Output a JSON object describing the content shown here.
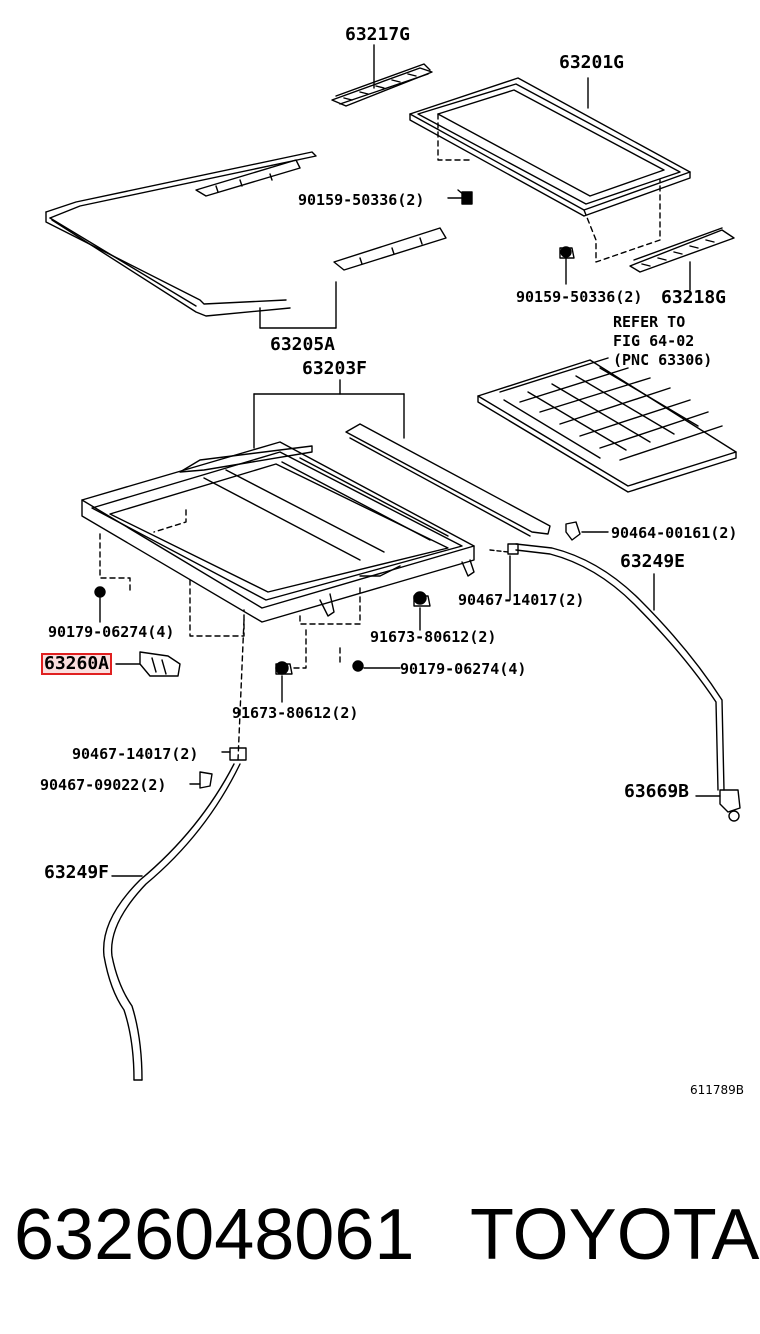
{
  "labels": {
    "p63217G": "63217G",
    "p63201G": "63201G",
    "p90159a": "90159-50336(2)",
    "p90159b": "90159-50336(2)",
    "p63218G": "63218G",
    "refer": [
      "REFER TO",
      "FIG 64-02",
      "(PNC 63306)"
    ],
    "p63205A": "63205A",
    "p63203F": "63203F",
    "p90464": "90464-00161(2)",
    "p63249E": "63249E",
    "p90467a": "90467-14017(2)",
    "p90179a": "90179-06274(4)",
    "p91673a": "91673-80612(2)",
    "p63260A": "63260A",
    "p90179b": "90179-06274(4)",
    "p91673b": "91673-80612(2)",
    "p90467b": "90467-14017(2)",
    "p90467c": "90467-09022(2)",
    "p63669B": "63669B",
    "p63249F": "63249F",
    "figno": "611789B"
  },
  "footer": {
    "part_number": "6326048061",
    "brand": "TOYOTA"
  },
  "colors": {
    "line": "#000000",
    "highlight_border": "#e02020",
    "highlight_fill": "#f0a0a0"
  }
}
